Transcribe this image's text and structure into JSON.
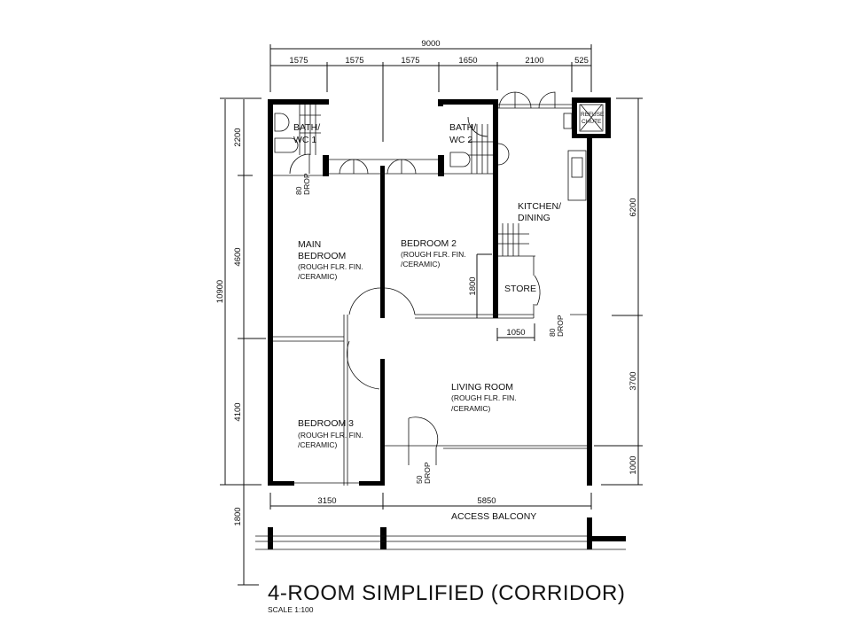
{
  "title": "4-ROOM SIMPLIFIED (CORRIDOR)",
  "scale": "SCALE   1:100",
  "rooms": {
    "bath1": [
      "BATH/",
      "WC  1"
    ],
    "bath2": [
      "BATH/",
      "WC  2"
    ],
    "refuse": [
      "REFUSE",
      "CHUTE"
    ],
    "kitchen": [
      "KITCHEN/",
      "DINING"
    ],
    "main_bedroom": [
      "MAIN",
      "BEDROOM",
      "(ROUGH FLR. FIN.",
      "/CERAMIC)"
    ],
    "bedroom2": [
      "BEDROOM 2",
      "(ROUGH FLR. FIN.",
      "/CERAMIC)"
    ],
    "store": "STORE",
    "living": [
      "LIVING ROOM",
      "(ROUGH FLR. FIN.",
      "/CERAMIC)"
    ],
    "bedroom3": [
      "BEDROOM 3",
      "(ROUGH FLR. FIN.",
      "/CERAMIC)"
    ],
    "balcony": "ACCESS BALCONY"
  },
  "drops": {
    "bath1": [
      "80",
      "DROP"
    ],
    "kitchen": [
      "80",
      "DROP"
    ],
    "entrance": [
      "50",
      "DROP"
    ]
  },
  "dimensions": {
    "top_total": "9000",
    "top": [
      "1575",
      "1575",
      "1575",
      "1650",
      "2100",
      "525"
    ],
    "left_total": "10900",
    "left": [
      "2200",
      "4600",
      "4100"
    ],
    "left_balcony": "1800",
    "right": [
      "6200",
      "3700",
      "1000"
    ],
    "bottom": [
      "3150",
      "5850"
    ],
    "bedroom2_store": "1800",
    "store_width": "1050"
  }
}
